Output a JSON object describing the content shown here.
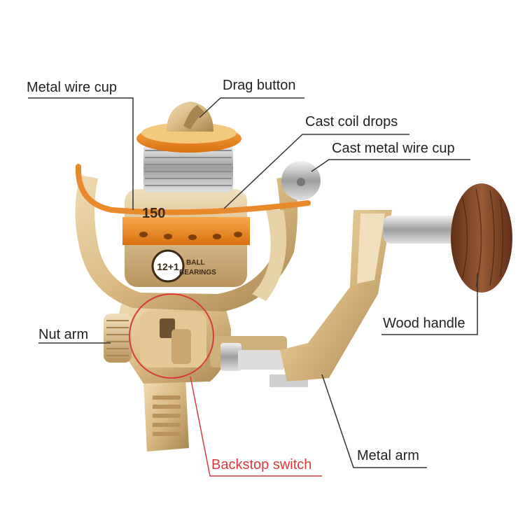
{
  "labels": {
    "metal_wire_cup": "Metal wire cup",
    "drag_button": "Drag button",
    "cast_coil_drops": "Cast coil drops",
    "cast_metal_wire_cup": "Cast metal wire cup",
    "wood_handle": "Wood handle",
    "nut_arm": "Nut arm",
    "backstop_switch": "Backstop switch",
    "metal_arm": "Metal arm"
  },
  "reel_printing": {
    "model": "150",
    "bearings_count": "12+1",
    "bearings_text_1": "BALL",
    "bearings_text_2": "BEARINGS"
  },
  "colors": {
    "gold": "#d9b981",
    "gold_dark": "#a8844f",
    "orange": "#f08a1c",
    "wood": "#8a4a2a",
    "silver": "#c9c9c9",
    "callout_line": "#333333",
    "backstop_highlight": "#d83a3a"
  }
}
